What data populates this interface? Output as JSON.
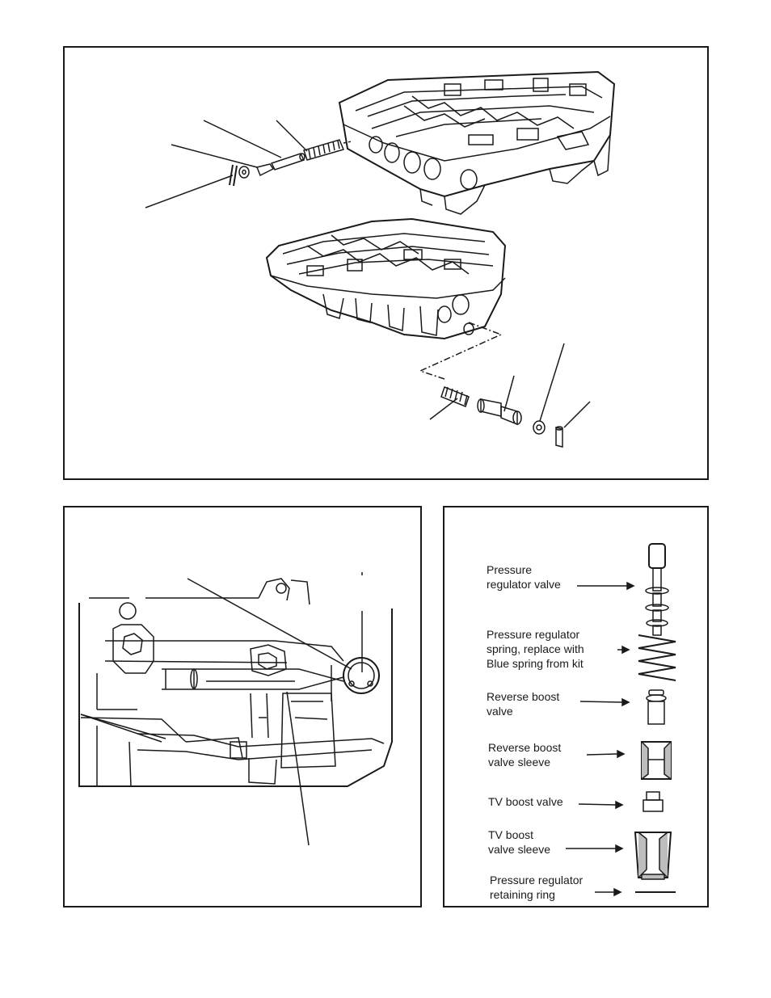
{
  "legend": {
    "pressure_regulator_valve": [
      "Pressure",
      "regulator valve"
    ],
    "pressure_regulator_spring": [
      "Pressure regulator",
      "spring, replace with",
      "Blue spring from kit"
    ],
    "reverse_boost_valve": [
      "Reverse boost",
      "valve"
    ],
    "reverse_boost_valve_sleeve": [
      "Reverse boost",
      "valve sleeve"
    ],
    "tv_boost_valve": [
      "TV boost  valve"
    ],
    "tv_boost_valve_sleeve": [
      "TV boost",
      "valve sleeve"
    ],
    "retaining_ring": [
      "Pressure regulator",
      "retaining ring"
    ]
  },
  "colors": {
    "ink": "#1a1a1a",
    "paper": "#ffffff",
    "shade": "#bdbdbd"
  }
}
